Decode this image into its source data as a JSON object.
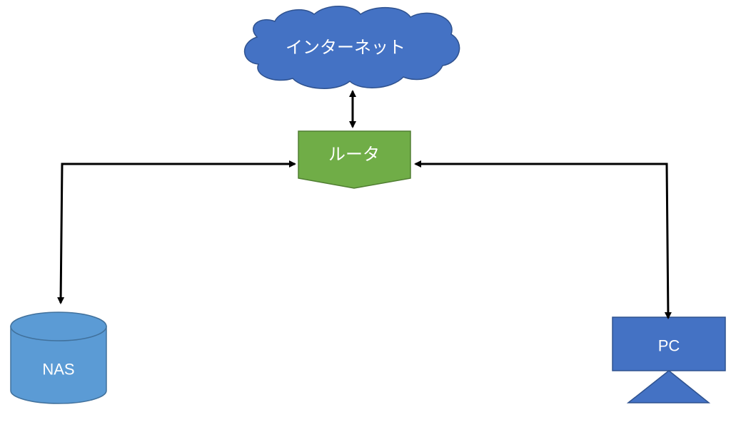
{
  "nodes": {
    "internet": {
      "label": "インターネット",
      "fill": "#4472C4",
      "stroke": "#2F528F"
    },
    "router": {
      "label": "ルータ",
      "fill": "#70AD47",
      "stroke": "#507E32"
    },
    "nas": {
      "label": "NAS",
      "fill": "#5B9BD5",
      "stroke": "#41719C"
    },
    "pc": {
      "label": "PC",
      "fill": "#4472C4",
      "stroke": "#2F528F"
    }
  },
  "connections": [
    {
      "from": "internet",
      "to": "router",
      "direction": "both"
    },
    {
      "from": "router",
      "to": "nas",
      "direction": "both"
    },
    {
      "from": "router",
      "to": "pc",
      "direction": "both"
    }
  ],
  "connector_color": "#000000"
}
